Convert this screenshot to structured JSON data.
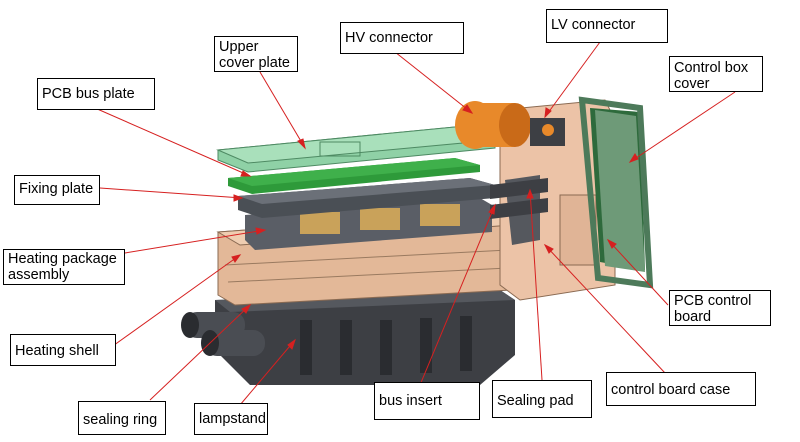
{
  "colors": {
    "leader_line": "#d62020",
    "cover_plate": "#8fd1a6",
    "pcb_green": "#2e9a3a",
    "fixing_plate": "#4a4f55",
    "heating_body": "#e3b898",
    "base_dark": "#3d3f44",
    "connector_orange": "#e8892a",
    "control_cover": "#4d7a5a"
  },
  "labels": {
    "upper_cover_plate": "Upper cover plate",
    "hv_connector": "HV connector",
    "lv_connector": "LV connector",
    "control_box_cover": "Control box cover",
    "pcb_bus_plate": "PCB bus plate",
    "fixing_plate": "Fixing plate",
    "heating_package_assembly": "Heating package assembly",
    "heating_shell": "Heating shell",
    "sealing_ring": "sealing ring",
    "lampstand": "lampstand",
    "bus_insert": "bus insert",
    "sealing_pad": "Sealing pad",
    "control_board_case": "control board case",
    "pcb_control_board": "PCB control board"
  }
}
